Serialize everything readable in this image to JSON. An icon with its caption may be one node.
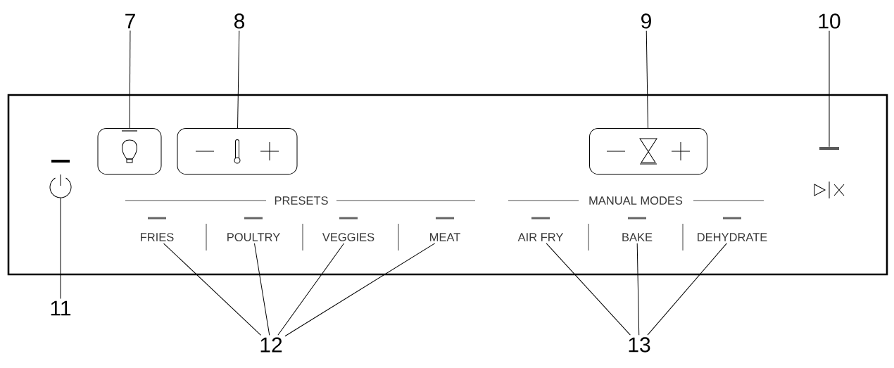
{
  "diagram": {
    "nodes": [
      {
        "text": [
          "7"
        ]
      },
      {
        "text": [
          "8"
        ]
      },
      {
        "text": [
          "9"
        ]
      },
      {
        "text": [
          "10"
        ]
      },
      {
        "text": [],
        "shape": "box"
      },
      {
        "text": [],
        "shape": "box"
      },
      {
        "text": [],
        "shape": "box"
      },
      {
        "text": [],
        "shape": "bar"
      },
      {
        "text": [],
        "shape": "circle"
      },
      {
        "text": [
          "FRIES"
        ]
      },
      {
        "text": [
          "POULTRY"
        ]
      },
      {
        "text": [
          "VEGGIES"
        ]
      },
      {
        "text": [
          "MEAT"
        ]
      },
      {
        "text": [
          "AIR FRY"
        ]
      },
      {
        "text": [
          "BAKE"
        ]
      },
      {
        "text": [
          "DEHYDRATE"
        ]
      },
      {
        "text": [
          "11"
        ]
      },
      {
        "text": [
          "12"
        ]
      },
      {
        "text": [
          "13"
        ]
      }
    ],
    "edges": [
      {
        "from": 0,
        "to": 4,
        "arrow": "none"
      },
      {
        "from": 1,
        "to": 5,
        "arrow": "none"
      },
      {
        "from": 2,
        "to": 6,
        "arrow": "none"
      },
      {
        "from": 3,
        "to": 7,
        "arrow": "none"
      },
      {
        "from": 16,
        "to": 8,
        "arrow": "none"
      },
      {
        "from": 17,
        "to": 9,
        "arrow": "none"
      },
      {
        "from": 17,
        "to": 10,
        "arrow": "none"
      },
      {
        "from": 17,
        "to": 11,
        "arrow": "none"
      },
      {
        "from": 17,
        "to": 12,
        "arrow": "none"
      },
      {
        "from": 18,
        "to": 13,
        "arrow": "none"
      },
      {
        "from": 18,
        "to": 14,
        "arrow": "none"
      },
      {
        "from": 18,
        "to": 15,
        "arrow": "none"
      }
    ],
    "labels": [
      "PRESETS",
      "MANUAL MODES"
    ]
  }
}
